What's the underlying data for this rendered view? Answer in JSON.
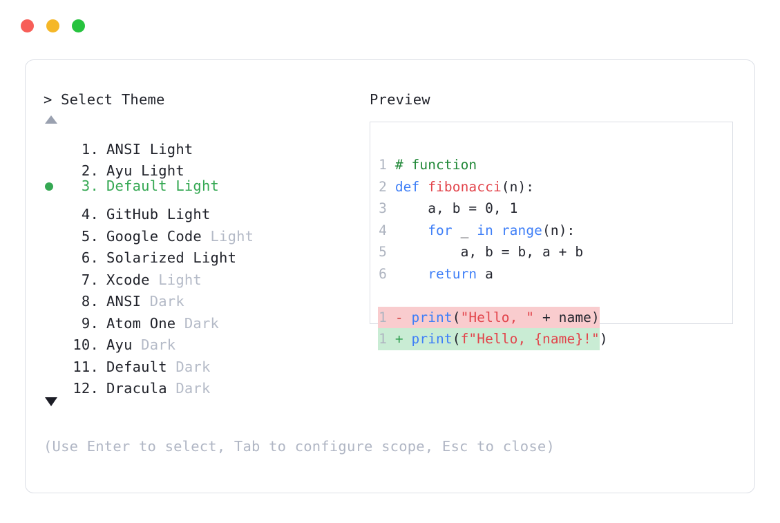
{
  "window": {
    "traffic_lights": [
      {
        "name": "close",
        "color": "#f75e58"
      },
      {
        "name": "minimize",
        "color": "#f5b728"
      },
      {
        "name": "maximize",
        "color": "#26c33e"
      }
    ]
  },
  "selector": {
    "prompt": "> Select Theme",
    "scroll_up_icon": "triangle-up-icon",
    "scroll_down_icon": "triangle-down-icon",
    "selected_index": 3,
    "accent_color": "#35a853",
    "muted_color": "#b4bac7",
    "items": [
      {
        "index": "1.",
        "name": "ANSI",
        "suffix": " Light",
        "suffix_muted": false,
        "selected": false
      },
      {
        "index": "2.",
        "name": "Ayu",
        "suffix": " Light",
        "suffix_muted": false,
        "selected": false
      },
      {
        "index": "3.",
        "name": "Default",
        "suffix": " Light",
        "suffix_muted": false,
        "selected": true
      },
      {
        "index": "4.",
        "name": "GitHub",
        "suffix": " Light",
        "suffix_muted": false,
        "selected": false
      },
      {
        "index": "5.",
        "name": "Google Code",
        "suffix": " Light",
        "suffix_muted": true,
        "selected": false
      },
      {
        "index": "6.",
        "name": "Solarized",
        "suffix": " Light",
        "suffix_muted": false,
        "selected": false
      },
      {
        "index": "7.",
        "name": "Xcode",
        "suffix": " Light",
        "suffix_muted": true,
        "selected": false
      },
      {
        "index": "8.",
        "name": "ANSI",
        "suffix": " Dark",
        "suffix_muted": true,
        "selected": false
      },
      {
        "index": "9.",
        "name": "Atom One",
        "suffix": " Dark",
        "suffix_muted": true,
        "selected": false
      },
      {
        "index": "10.",
        "name": "Ayu",
        "suffix": " Dark",
        "suffix_muted": true,
        "selected": false
      },
      {
        "index": "11.",
        "name": "Default",
        "suffix": " Dark",
        "suffix_muted": true,
        "selected": false
      },
      {
        "index": "12.",
        "name": "Dracula",
        "suffix": " Dark",
        "suffix_muted": true,
        "selected": false
      }
    ]
  },
  "hint": "(Use Enter to select, Tab to configure scope, Esc to close)",
  "preview": {
    "label": "Preview",
    "code_lines": [
      {
        "n": "1",
        "tokens": [
          {
            "t": "# function",
            "c": "comment"
          }
        ]
      },
      {
        "n": "2",
        "tokens": [
          {
            "t": "def ",
            "c": "kw"
          },
          {
            "t": "fibonacci",
            "c": "fn"
          },
          {
            "t": "(n):",
            "c": "plain"
          }
        ]
      },
      {
        "n": "3",
        "tokens": [
          {
            "t": "    a, b = 0, 1",
            "c": "plain"
          }
        ]
      },
      {
        "n": "4",
        "tokens": [
          {
            "t": "    ",
            "c": "plain"
          },
          {
            "t": "for",
            "c": "kw"
          },
          {
            "t": " _ ",
            "c": "plain"
          },
          {
            "t": "in range",
            "c": "kw"
          },
          {
            "t": "(n):",
            "c": "plain"
          }
        ]
      },
      {
        "n": "5",
        "tokens": [
          {
            "t": "        a, b = b, a + b",
            "c": "plain"
          }
        ]
      },
      {
        "n": "6",
        "tokens": [
          {
            "t": "    ",
            "c": "plain"
          },
          {
            "t": "return",
            "c": "kw"
          },
          {
            "t": " a",
            "c": "plain"
          }
        ]
      }
    ],
    "diff_lines": [
      {
        "n": "1",
        "kind": "del",
        "marker": "-",
        "background": "#f9ccce",
        "tokens": [
          {
            "t": "print",
            "c": "kw"
          },
          {
            "t": "(",
            "c": "plain"
          },
          {
            "t": "\"Hello, \"",
            "c": "str"
          },
          {
            "t": " + name)",
            "c": "plain"
          }
        ]
      },
      {
        "n": "1",
        "kind": "add",
        "marker": "+",
        "background": "#c9ecd4",
        "tokens": [
          {
            "t": "print",
            "c": "kw"
          },
          {
            "t": "(",
            "c": "plain"
          },
          {
            "t": "f\"Hello, {name}!\"",
            "c": "str"
          }
        ],
        "trailing": ")"
      }
    ]
  }
}
